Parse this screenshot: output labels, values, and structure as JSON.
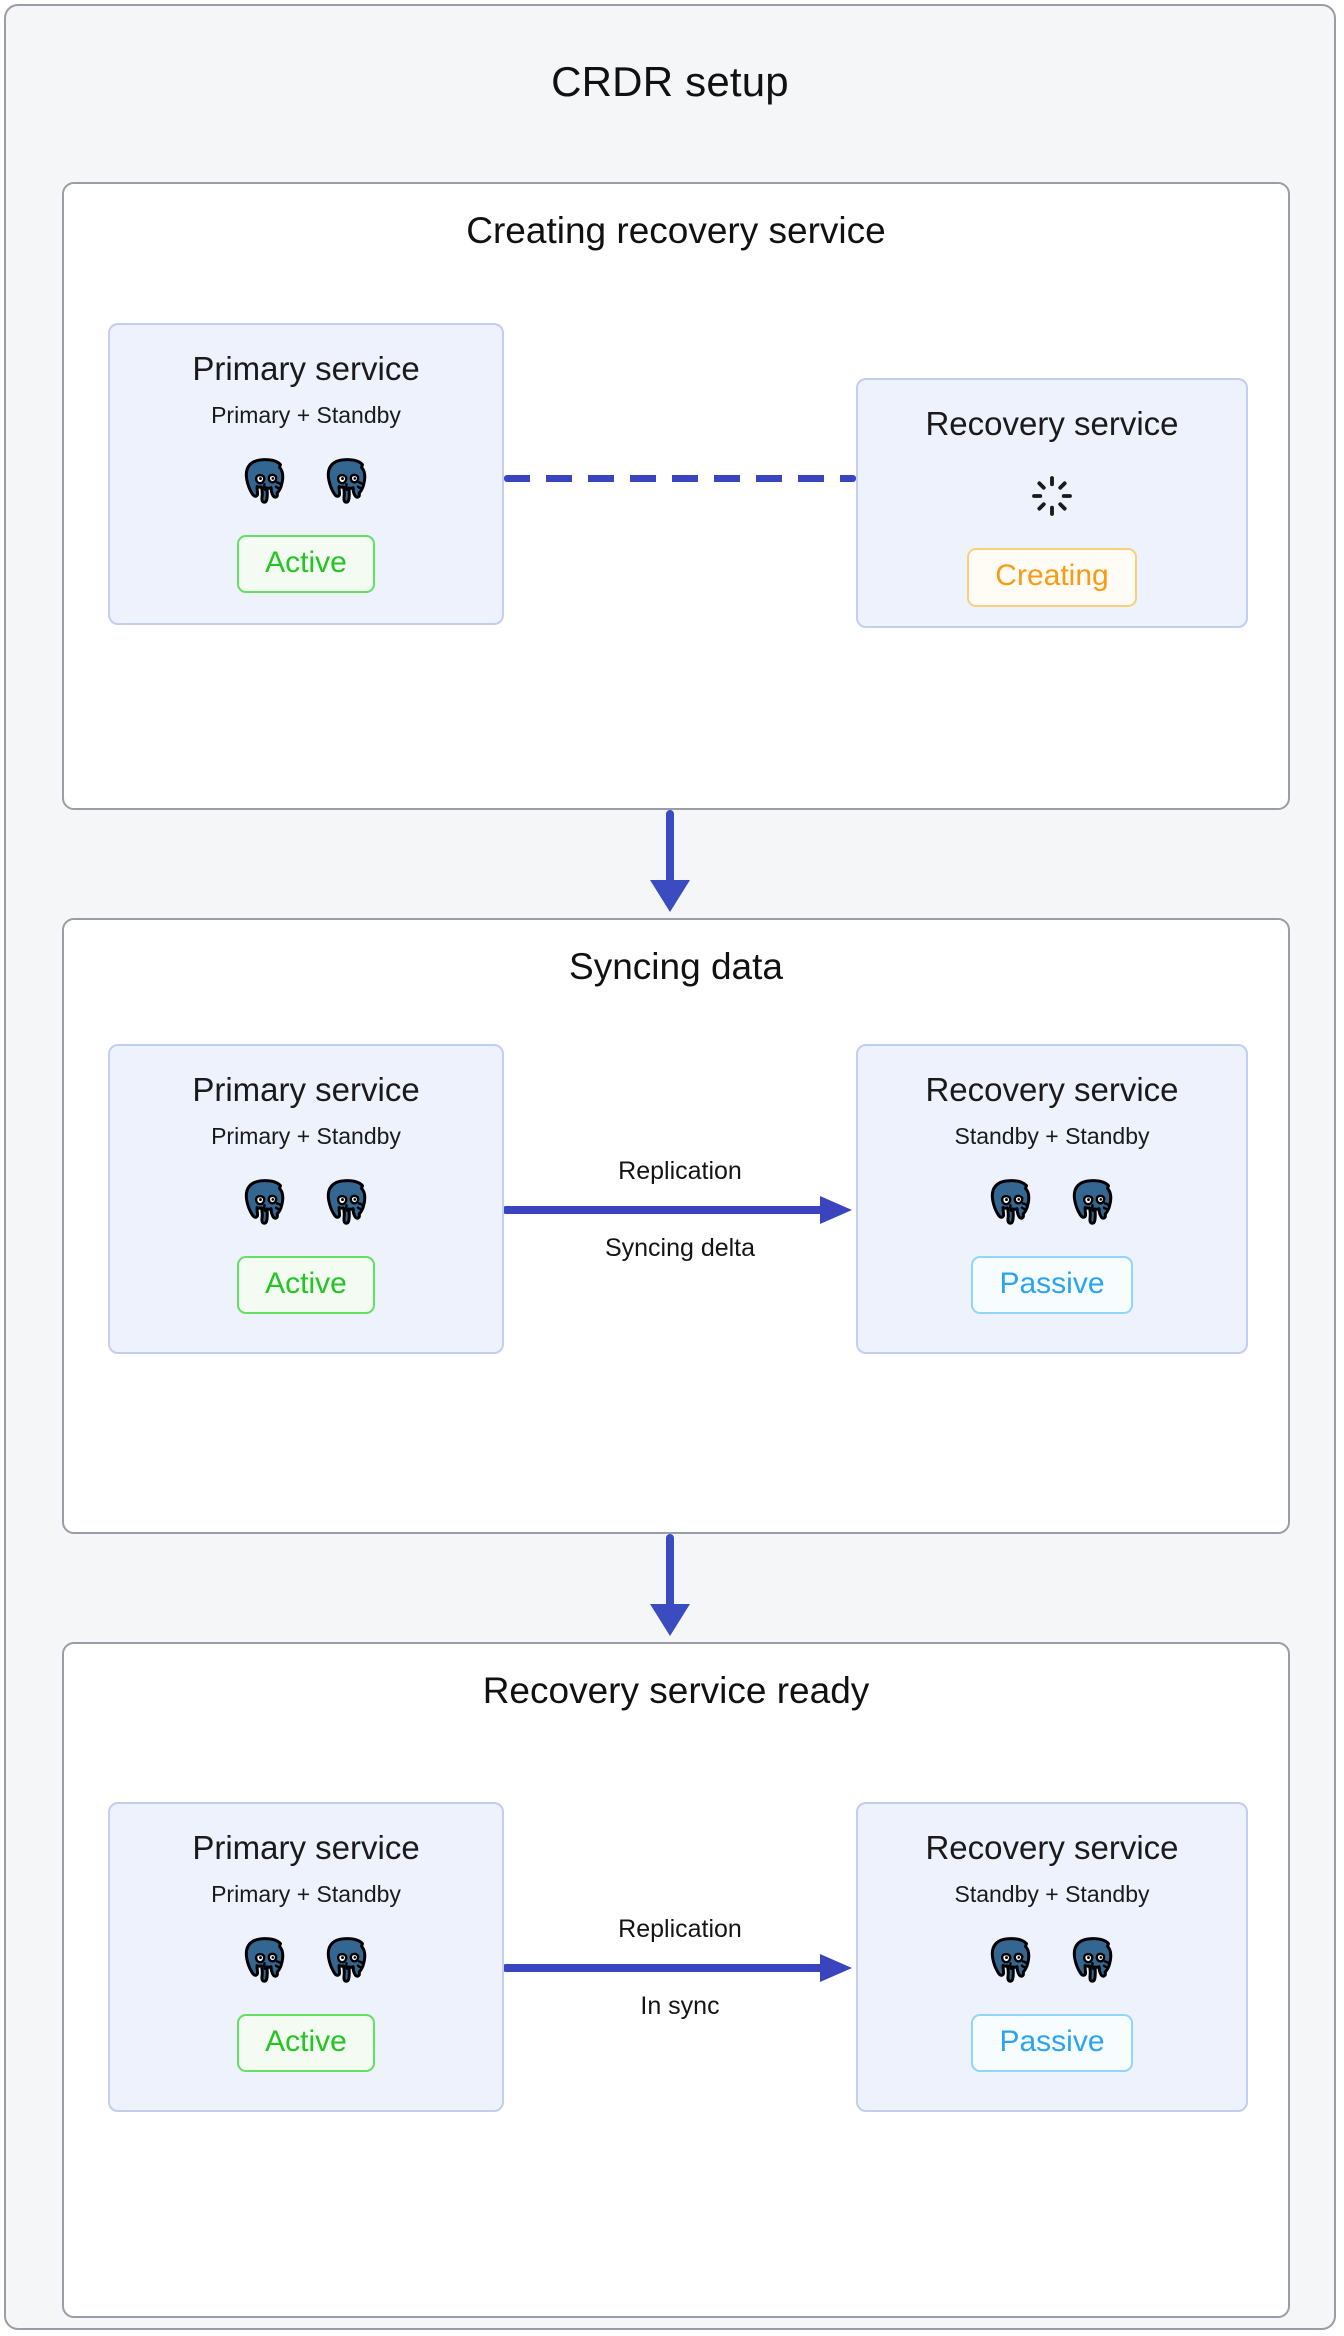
{
  "title": "CRDR setup",
  "colors": {
    "frame_bg": "#f5f6f8",
    "panel_bg": "#ffffff",
    "panel_border": "#9a9ca6",
    "card_bg": "#eef2fd",
    "card_border": "#c3cdf0",
    "link_blue": "#3a44be",
    "arrow_blue": "#3a4cc0",
    "active_green": "#22c522",
    "creating_orange": "#fa9a15",
    "passive_blue": "#2aa3f0",
    "postgres_blue": "#336791"
  },
  "stages": [
    {
      "title": "Creating recovery service",
      "primary": {
        "name": "Primary service",
        "topology": "Primary + Standby",
        "nodes": 2,
        "node_icon": "postgresql-elephant-icon",
        "status": "Active",
        "status_kind": "active"
      },
      "recovery": {
        "name": "Recovery service",
        "topology": "",
        "nodes": 0,
        "node_icon": "spinner-icon",
        "status": "Creating",
        "status_kind": "creating"
      },
      "connector": {
        "kind": "dashed",
        "label_top": "",
        "label_bottom": ""
      }
    },
    {
      "title": "Syncing data",
      "primary": {
        "name": "Primary service",
        "topology": "Primary + Standby",
        "nodes": 2,
        "node_icon": "postgresql-elephant-icon",
        "status": "Active",
        "status_kind": "active"
      },
      "recovery": {
        "name": "Recovery service",
        "topology": "Standby + Standby",
        "nodes": 2,
        "node_icon": "postgresql-elephant-icon",
        "status": "Passive",
        "status_kind": "passive"
      },
      "connector": {
        "kind": "arrow",
        "label_top": "Replication",
        "label_bottom": "Syncing delta"
      }
    },
    {
      "title": "Recovery service ready",
      "primary": {
        "name": "Primary service",
        "topology": "Primary + Standby",
        "nodes": 2,
        "node_icon": "postgresql-elephant-icon",
        "status": "Active",
        "status_kind": "active"
      },
      "recovery": {
        "name": "Recovery service",
        "topology": "Standby + Standby",
        "nodes": 2,
        "node_icon": "postgresql-elephant-icon",
        "status": "Passive",
        "status_kind": "passive"
      },
      "connector": {
        "kind": "arrow",
        "label_top": "Replication",
        "label_bottom": "In sync"
      }
    }
  ],
  "step_arrows": [
    {
      "icon": "down-arrow-icon"
    },
    {
      "icon": "down-arrow-icon"
    }
  ]
}
